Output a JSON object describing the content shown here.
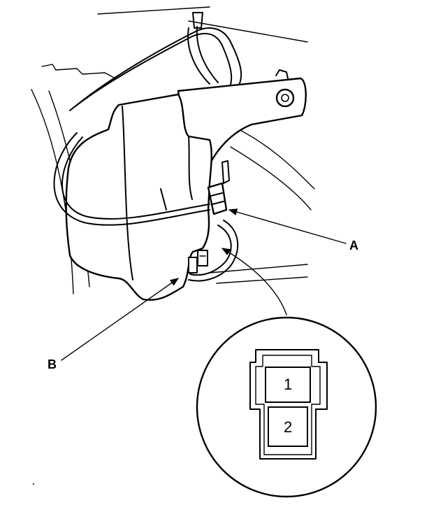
{
  "callouts": {
    "a": "A",
    "b": "B"
  },
  "connector_detail": {
    "pin_1": "1",
    "pin_2": "2"
  }
}
